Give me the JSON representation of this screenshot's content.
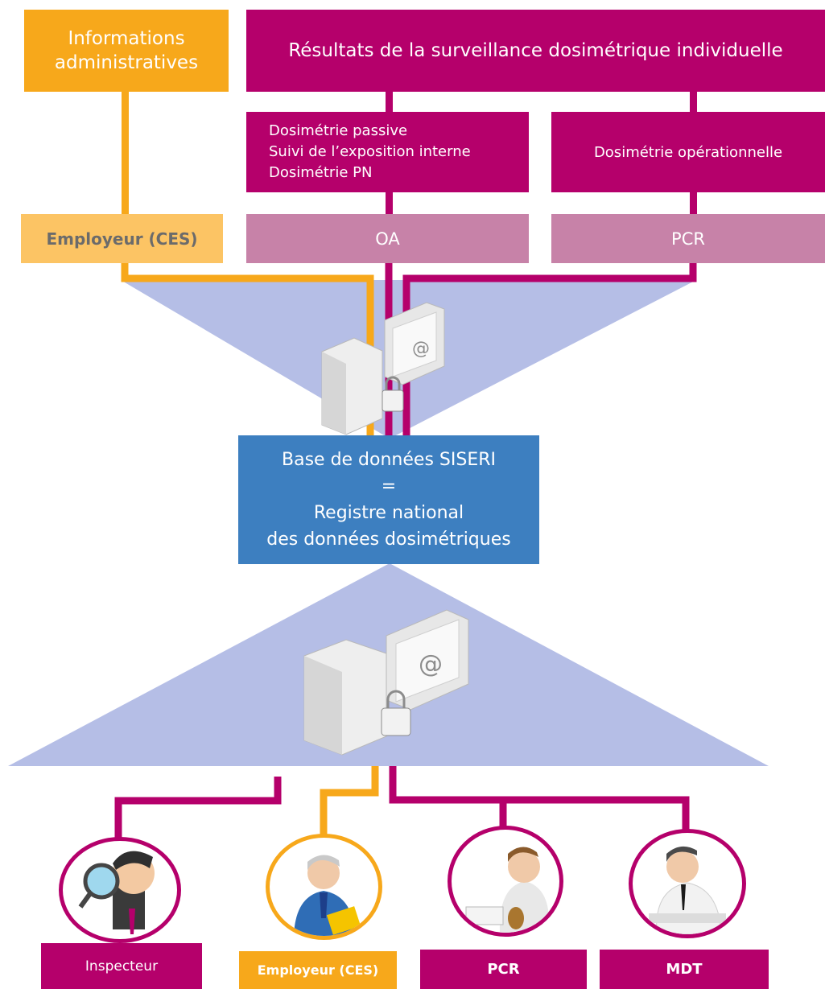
{
  "colors": {
    "magenta": "#b5006b",
    "orange": "#f7a81b",
    "pale_orange": "#fcc464",
    "pink": "#c782a8",
    "blue": "#3d7fc0",
    "lavender": "#b5bee6"
  },
  "top": {
    "admin_info": [
      "Informations",
      "administratives"
    ],
    "results_title": "Résultats de la surveillance dosimétrique individuelle",
    "passive_lines": [
      "Dosimétrie passive",
      "Suivi de l’exposition interne",
      "Dosimétrie PN"
    ],
    "operational": "Dosimétrie opérationnelle"
  },
  "sources": {
    "employeur": "Employeur (CES)",
    "oa": "OA",
    "pcr": "PCR"
  },
  "database": {
    "line1": "Base de données SISERI",
    "line2": "=",
    "line3": "Registre national",
    "line4": "des données dosimétriques"
  },
  "icons": {
    "computer": "computer-icon",
    "lock": "lock-icon",
    "at": "at-sign-icon"
  },
  "recipients": [
    {
      "label": "Inspecteur",
      "icon": "inspector-icon"
    },
    {
      "label": "Employeur (CES)",
      "icon": "employer-icon"
    },
    {
      "label": "PCR",
      "icon": "pcr-icon"
    },
    {
      "label": "MDT",
      "icon": "doctor-icon"
    }
  ]
}
